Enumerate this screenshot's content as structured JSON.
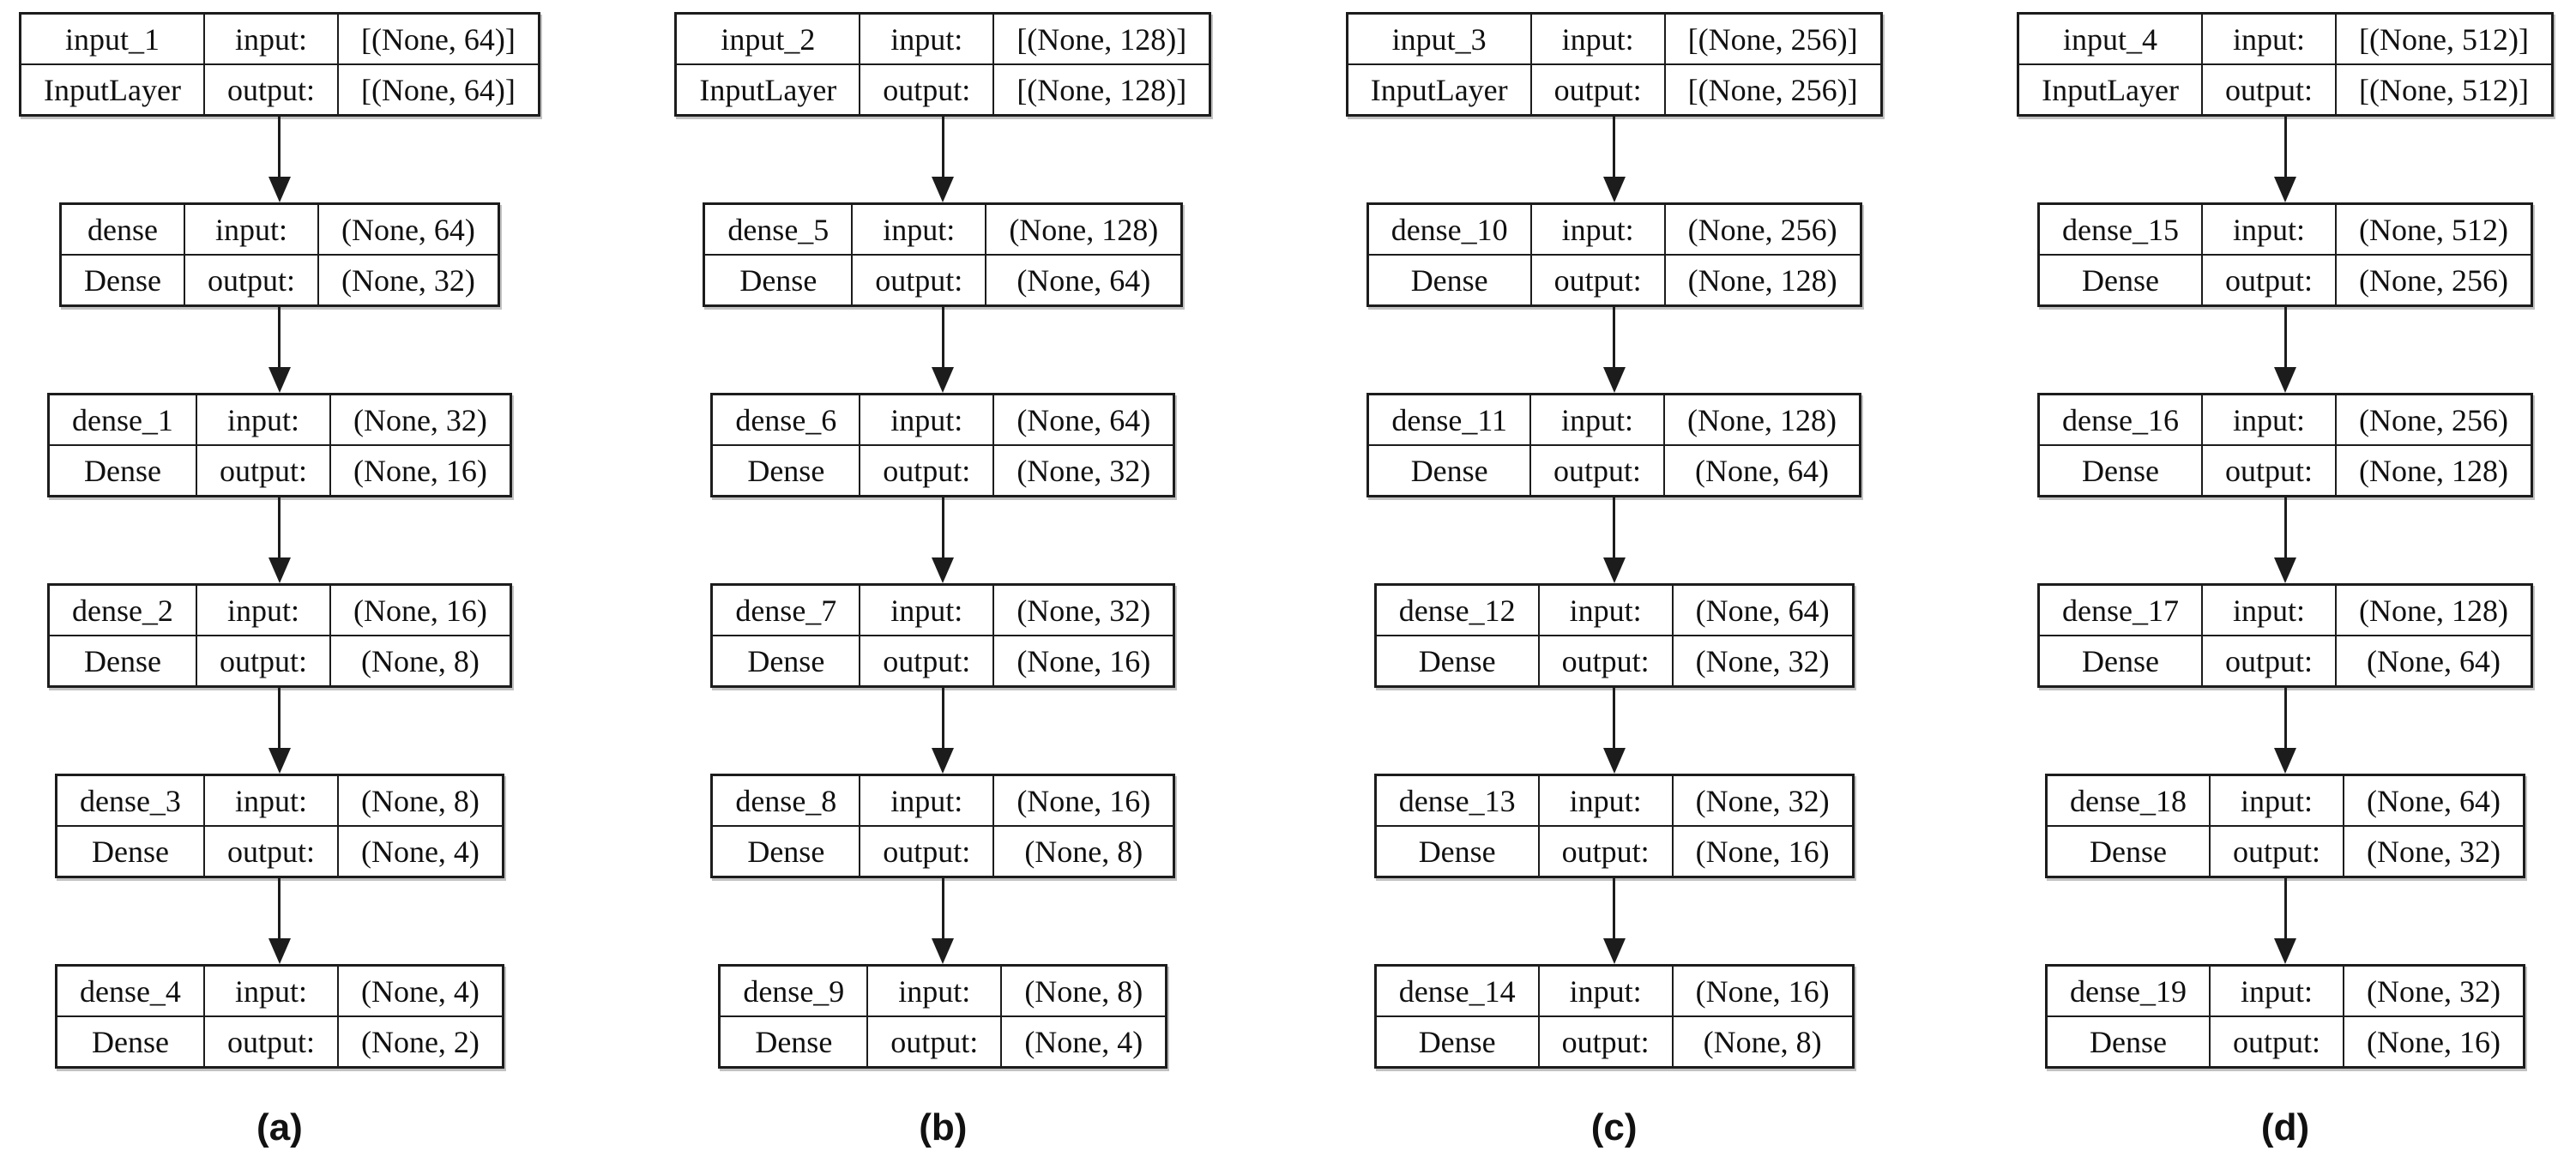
{
  "figure": {
    "background": "#ffffff",
    "line_color": "#1c1c1c",
    "text_color": "#101010"
  },
  "field_labels": {
    "input": "input:",
    "output": "output:"
  },
  "columns": [
    {
      "label": "(a)",
      "layers": [
        {
          "name": "input_1",
          "type": "InputLayer",
          "input_shape": "[(None, 64)]",
          "output_shape": "[(None, 64)]"
        },
        {
          "name": "dense",
          "type": "Dense",
          "input_shape": "(None, 64)",
          "output_shape": "(None, 32)"
        },
        {
          "name": "dense_1",
          "type": "Dense",
          "input_shape": "(None, 32)",
          "output_shape": "(None, 16)"
        },
        {
          "name": "dense_2",
          "type": "Dense",
          "input_shape": "(None, 16)",
          "output_shape": "(None, 8)"
        },
        {
          "name": "dense_3",
          "type": "Dense",
          "input_shape": "(None, 8)",
          "output_shape": "(None, 4)"
        },
        {
          "name": "dense_4",
          "type": "Dense",
          "input_shape": "(None, 4)",
          "output_shape": "(None, 2)"
        }
      ]
    },
    {
      "label": "(b)",
      "layers": [
        {
          "name": "input_2",
          "type": "InputLayer",
          "input_shape": "[(None, 128)]",
          "output_shape": "[(None, 128)]"
        },
        {
          "name": "dense_5",
          "type": "Dense",
          "input_shape": "(None, 128)",
          "output_shape": "(None, 64)"
        },
        {
          "name": "dense_6",
          "type": "Dense",
          "input_shape": "(None, 64)",
          "output_shape": "(None, 32)"
        },
        {
          "name": "dense_7",
          "type": "Dense",
          "input_shape": "(None, 32)",
          "output_shape": "(None, 16)"
        },
        {
          "name": "dense_8",
          "type": "Dense",
          "input_shape": "(None, 16)",
          "output_shape": "(None, 8)"
        },
        {
          "name": "dense_9",
          "type": "Dense",
          "input_shape": "(None, 8)",
          "output_shape": "(None, 4)"
        }
      ]
    },
    {
      "label": "(c)",
      "layers": [
        {
          "name": "input_3",
          "type": "InputLayer",
          "input_shape": "[(None, 256)]",
          "output_shape": "[(None, 256)]"
        },
        {
          "name": "dense_10",
          "type": "Dense",
          "input_shape": "(None, 256)",
          "output_shape": "(None, 128)"
        },
        {
          "name": "dense_11",
          "type": "Dense",
          "input_shape": "(None, 128)",
          "output_shape": "(None, 64)"
        },
        {
          "name": "dense_12",
          "type": "Dense",
          "input_shape": "(None, 64)",
          "output_shape": "(None, 32)"
        },
        {
          "name": "dense_13",
          "type": "Dense",
          "input_shape": "(None, 32)",
          "output_shape": "(None, 16)"
        },
        {
          "name": "dense_14",
          "type": "Dense",
          "input_shape": "(None, 16)",
          "output_shape": "(None, 8)"
        }
      ]
    },
    {
      "label": "(d)",
      "layers": [
        {
          "name": "input_4",
          "type": "InputLayer",
          "input_shape": "[(None, 512)]",
          "output_shape": "[(None, 512)]"
        },
        {
          "name": "dense_15",
          "type": "Dense",
          "input_shape": "(None, 512)",
          "output_shape": "(None, 256)"
        },
        {
          "name": "dense_16",
          "type": "Dense",
          "input_shape": "(None, 256)",
          "output_shape": "(None, 128)"
        },
        {
          "name": "dense_17",
          "type": "Dense",
          "input_shape": "(None, 128)",
          "output_shape": "(None, 64)"
        },
        {
          "name": "dense_18",
          "type": "Dense",
          "input_shape": "(None, 64)",
          "output_shape": "(None, 32)"
        },
        {
          "name": "dense_19",
          "type": "Dense",
          "input_shape": "(None, 32)",
          "output_shape": "(None, 16)"
        }
      ]
    }
  ]
}
